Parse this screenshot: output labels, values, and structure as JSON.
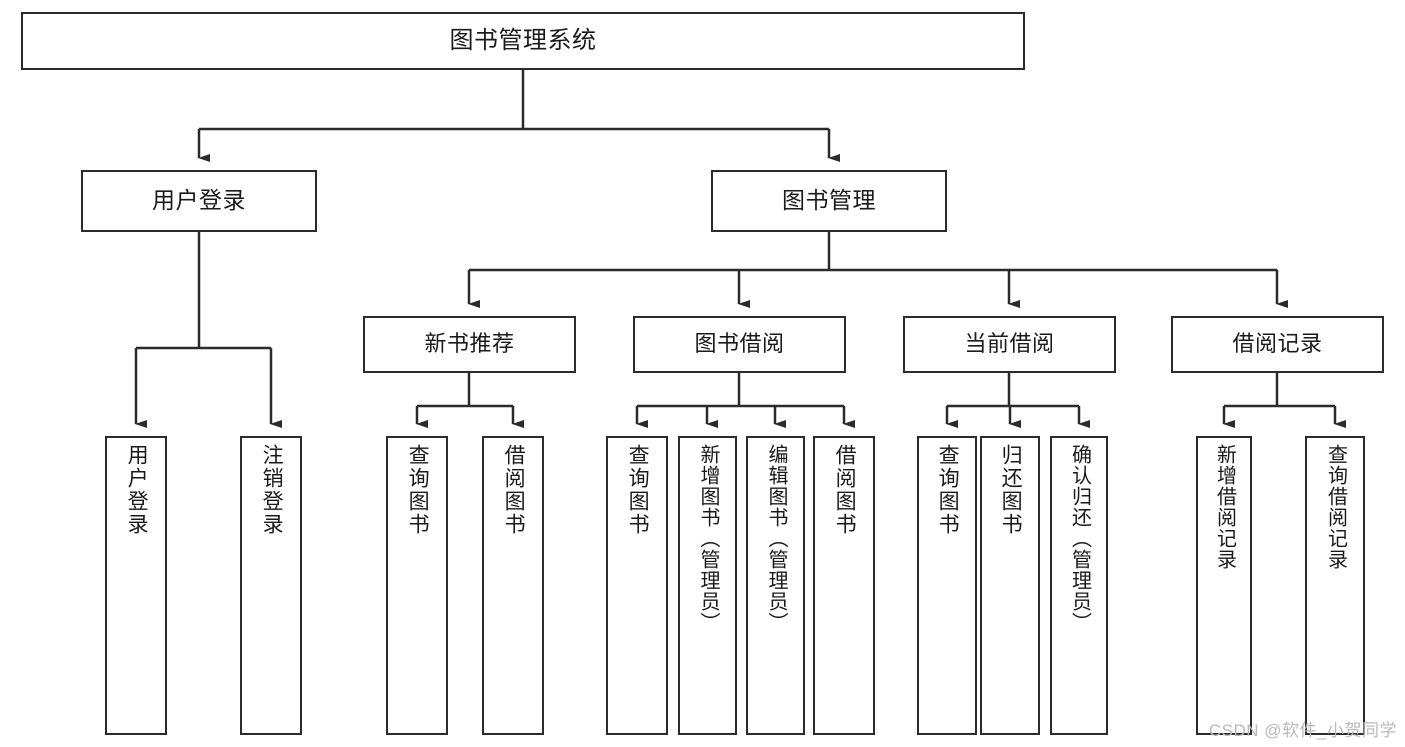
{
  "diagram": {
    "title": "图书管理系统",
    "type": "hierarchy-tree",
    "colors": {
      "stroke": "#2b2b2b",
      "fill": "#ffffff",
      "text": "#1a1a1a",
      "watermark": "#b9b9b9"
    },
    "levels": {
      "root": {
        "label": "图书管理系统"
      },
      "level2": [
        {
          "label": "用户登录"
        },
        {
          "label": "图书管理"
        }
      ],
      "level3": [
        {
          "label": "新书推荐"
        },
        {
          "label": "图书借阅"
        },
        {
          "label": "当前借阅"
        },
        {
          "label": "借阅记录"
        }
      ],
      "leaves": {
        "user_login": [
          {
            "label": "用户登录"
          },
          {
            "label": "注销登录"
          }
        ],
        "new_book_recommend": [
          {
            "label": "查询图书"
          },
          {
            "label": "借阅图书"
          }
        ],
        "book_borrow": [
          {
            "label": "查询图书"
          },
          {
            "label": "新增图书（管理员）"
          },
          {
            "label": "编辑图书（管理员）"
          },
          {
            "label": "借阅图书"
          }
        ],
        "current_borrow": [
          {
            "label": "查询图书"
          },
          {
            "label": "归还图书"
          },
          {
            "label": "确认归还（管理员）"
          }
        ],
        "borrow_record": [
          {
            "label": "新增借阅记录"
          },
          {
            "label": "查询借阅记录"
          }
        ]
      }
    }
  },
  "watermark": {
    "text": "CSDN @软件_小贺同学"
  }
}
